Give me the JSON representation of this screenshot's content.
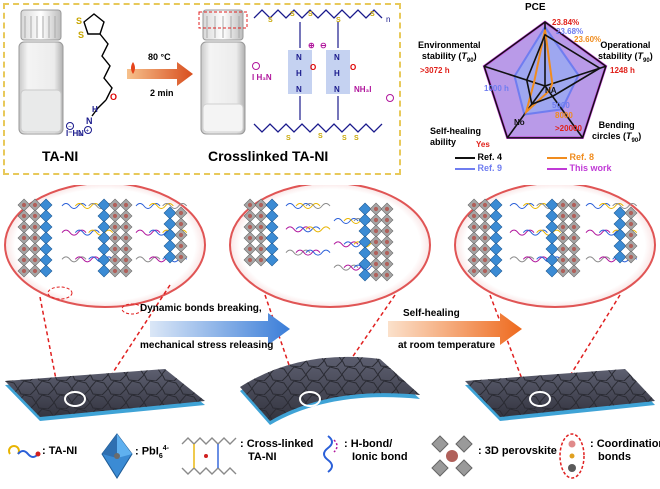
{
  "top_left": {
    "condition_temp": "80 °C",
    "condition_time": "2 min",
    "label_left": "TA-NI",
    "label_right": "Crosslinked TA-NI",
    "colors": {
      "frame": "#e8c95a",
      "bond": "#1a1a8c",
      "highlight": "#b7c7ee",
      "charge": "#b0159c",
      "chain": "#1a1a8c"
    }
  },
  "radar": {
    "axes": {
      "pce": "PCE",
      "environmental": "Environmental",
      "environmental2": "stability (",
      "operational": "Operational",
      "operational2": "stability (",
      "bending": "Bending",
      "bending2": "circles (",
      "selfheal": "Self-healing",
      "selfheal2": "ability",
      "t90": "T",
      "sub90": "90",
      "paren": ")"
    },
    "values": {
      "pce_this": "23.84%",
      "pce_ref9": "23.68%",
      "pce_ref8": "23.60%",
      "env_this": ">3072 h",
      "env_ref9": "1000 h",
      "op_this": "1248 h",
      "bend_this": ">20000",
      "bend_ref9": "5000",
      "bend_ref8": "8000",
      "self_this": "Yes",
      "self_no": "No",
      "na": "NA"
    },
    "legend": [
      {
        "name": "Ref. 4",
        "color": "#111111"
      },
      {
        "name": "Ref. 8",
        "color": "#f08c1e"
      },
      {
        "name": "Ref. 9",
        "color": "#6f7df0"
      },
      {
        "name": "This work",
        "color": "#c03ad6"
      }
    ]
  },
  "middle": {
    "arrow1_line1": "Dynamic bonds breaking,",
    "arrow1_line2": "mechanical stress releasing",
    "arrow2_line1": "Self-healing",
    "arrow2_line2": "at room temperature"
  },
  "legend_bottom": {
    "items": [
      {
        "key": "ta_ni",
        "text": ": TA-NI"
      },
      {
        "key": "pbi",
        "text": ": PbI"
      },
      {
        "key": "crosslinked",
        "text": ": Cross-linked",
        "text2": "TA-NI"
      },
      {
        "key": "hbond",
        "text": ": H-bond/",
        "text2": "Ionic bond"
      },
      {
        "key": "perovskite",
        "text": ": 3D perovskite"
      },
      {
        "key": "coord",
        "text": ": Coordination",
        "text2": "bonds"
      }
    ],
    "pbi_sub": "6",
    "pbi_sup": "4-"
  }
}
